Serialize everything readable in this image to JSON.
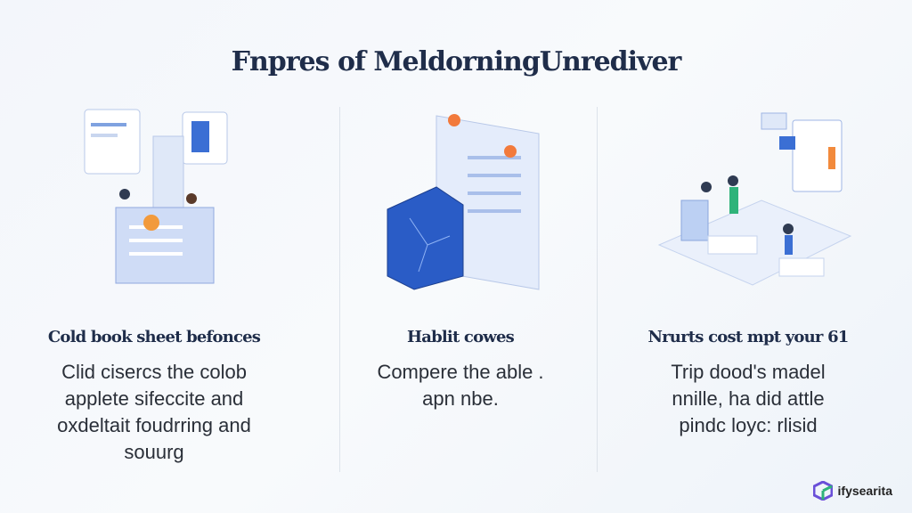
{
  "title": "Fnpres of MeldorningUnrediver",
  "columns": [
    {
      "heading": "Cold book sheet befonces",
      "body": "Clid ciserсs the colob applete sifeccite and oxdeltait foudrring and souurg"
    },
    {
      "heading": "Hablit cowes",
      "body": "Compere the able . apn nbe."
    },
    {
      "heading": "Nrurts cost mpt your 61",
      "body": "Trip dood's madel nnille, ha did attle pindc loyc: rlisid"
    }
  ],
  "logo": {
    "text": "ifysearita"
  }
}
